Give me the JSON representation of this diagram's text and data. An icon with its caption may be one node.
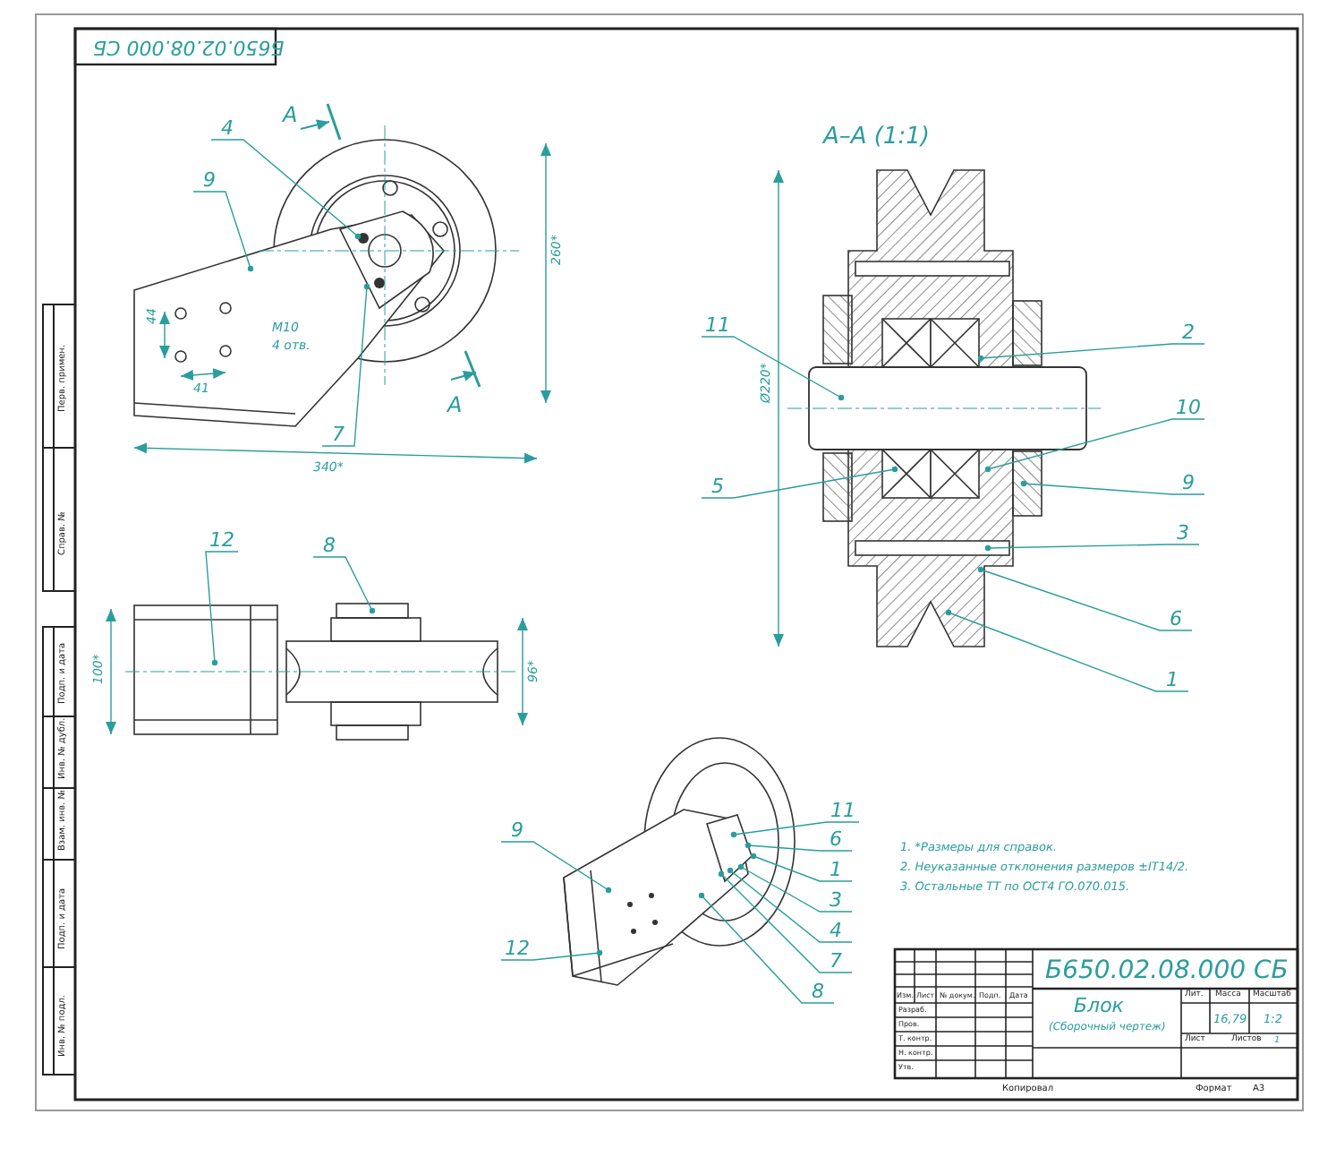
{
  "diagram": {
    "nodes": [
      {
        "text": [
          "4"
        ]
      },
      {
        "text": [
          "9"
        ]
      },
      {
        "text": [
          "7"
        ]
      },
      {
        "text": [
          "11"
        ]
      },
      {
        "text": [
          "5"
        ]
      },
      {
        "text": [
          "2"
        ]
      },
      {
        "text": [
          "10"
        ]
      },
      {
        "text": [
          "9"
        ]
      },
      {
        "text": [
          "3"
        ]
      },
      {
        "text": [
          "6"
        ]
      },
      {
        "text": [
          "1"
        ]
      },
      {
        "text": [
          "12"
        ]
      },
      {
        "text": [
          "8"
        ]
      },
      {
        "text": [
          "9"
        ]
      },
      {
        "text": [
          "12"
        ]
      },
      {
        "text": [
          "11"
        ]
      },
      {
        "text": [
          "6"
        ]
      },
      {
        "text": [
          "1"
        ]
      },
      {
        "text": [
          "3"
        ]
      },
      {
        "text": [
          "4"
        ]
      },
      {
        "text": [
          "7"
        ]
      },
      {
        "text": [
          "8"
        ]
      },
      {
        "text": [],
        "shape": "picture"
      },
      {
        "text": [],
        "shape": "picture"
      },
      {
        "text": [],
        "shape": "picture"
      },
      {
        "text": [],
        "shape": "picture"
      }
    ],
    "edges": [
      {
        "from": 0,
        "to": 22,
        "arrow": "other"
      },
      {
        "from": 1,
        "to": 22,
        "arrow": "other"
      },
      {
        "from": 2,
        "to": 22,
        "arrow": "other"
      },
      {
        "from": 3,
        "to": 23,
        "arrow": "other"
      },
      {
        "from": 4,
        "to": 23,
        "arrow": "other"
      },
      {
        "from": 5,
        "to": 23,
        "arrow": "other"
      },
      {
        "from": 6,
        "to": 23,
        "arrow": "other"
      },
      {
        "from": 7,
        "to": 23,
        "arrow": "other"
      },
      {
        "from": 8,
        "to": 23,
        "arrow": "other"
      },
      {
        "from": 9,
        "to": 23,
        "arrow": "other"
      },
      {
        "from": 10,
        "to": 23,
        "arrow": "other"
      },
      {
        "from": 11,
        "to": 24,
        "arrow": "other"
      },
      {
        "from": 12,
        "to": 24,
        "arrow": "other"
      },
      {
        "from": 13,
        "to": 25,
        "arrow": "other"
      },
      {
        "from": 14,
        "to": 25,
        "arrow": "other"
      },
      {
        "from": 15,
        "to": 25,
        "arrow": "other"
      },
      {
        "from": 16,
        "to": 25,
        "arrow": "other"
      },
      {
        "from": 17,
        "to": 25,
        "arrow": "other"
      },
      {
        "from": 18,
        "to": 25,
        "arrow": "other"
      },
      {
        "from": 19,
        "to": 25,
        "arrow": "other"
      },
      {
        "from": 20,
        "to": 25,
        "arrow": "other"
      },
      {
        "from": 21,
        "to": 25,
        "arrow": "other"
      }
    ],
    "labels": [
      "Б650.02.08.000 СБ",
      "A",
      "A",
      "44",
      "41",
      "M10",
      "4 отв.",
      "260*",
      "340*",
      "A–A (1:1)",
      "Ø220*",
      "100*",
      "96*",
      "1. *Размеры для справок.",
      "2. Неуказанные отклонения размеров ±IT14/2.",
      "3. Остальные ТТ по ОСТ4 ГО.070.015.",
      "Б650.02.08.000 СБ",
      "Блок",
      "(Сборочный чертеж)",
      "Изм.",
      "Лист",
      "№ докум.",
      "Подп.",
      "Дата",
      "Разраб.",
      "Пров.",
      "Т. контр.",
      "Н. контр.",
      "Утв.",
      "Лит.",
      "Масса",
      "Масштаб",
      "16,79",
      "1:2",
      "Лист",
      "Листов",
      "1",
      "Копировал",
      "Формат",
      "A3",
      "Перв. примен.",
      "Справ. №",
      "Подп. и дата",
      "Инв. № дубл.",
      "Взам. инв. №",
      "Подп. и дата",
      "Инв. № подл."
    ]
  }
}
